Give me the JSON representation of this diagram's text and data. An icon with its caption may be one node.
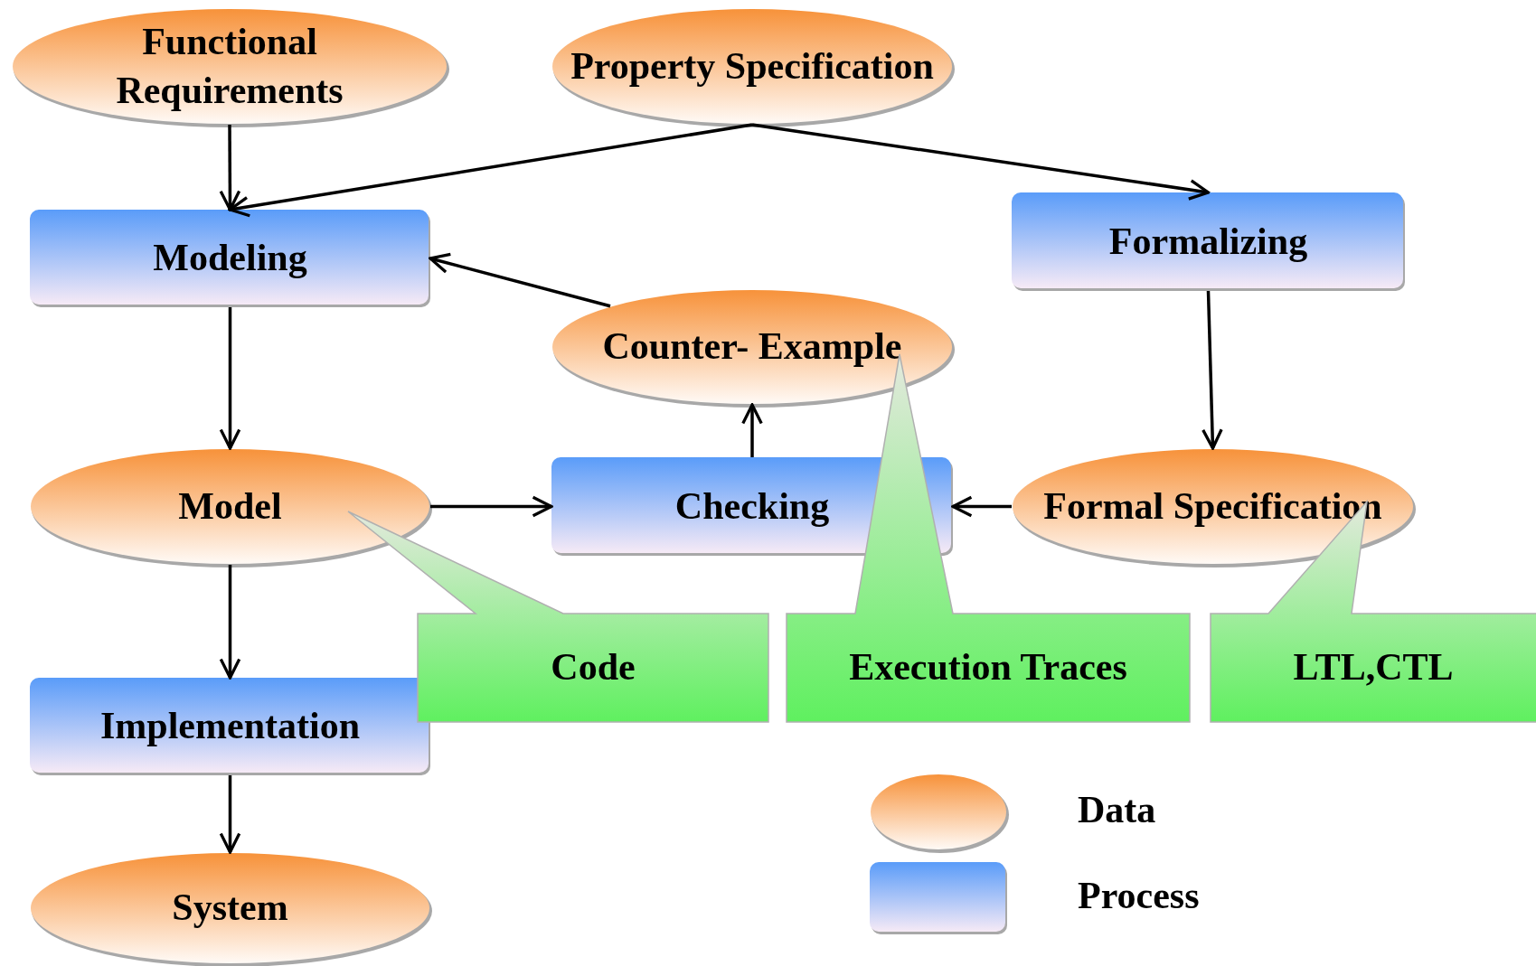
{
  "diagram": {
    "nodes": [
      {
        "text": [
          "Functional Requirements"
        ]
      },
      {
        "text": [
          "Property Specification"
        ]
      },
      {
        "text": [
          "Modeling"
        ]
      },
      {
        "text": [
          "Formalizing"
        ]
      },
      {
        "text": [
          "Counter- Example"
        ]
      },
      {
        "text": [
          "Model"
        ]
      },
      {
        "text": [
          "Checking"
        ]
      },
      {
        "text": [
          "Formal Specification"
        ]
      },
      {
        "text": [
          "Implementation"
        ]
      },
      {
        "text": [
          "System"
        ]
      },
      {
        "text": [
          "Code"
        ]
      },
      {
        "text": [
          "Execution Traces"
        ]
      },
      {
        "text": [
          "LTL,CTL"
        ]
      }
    ],
    "edges": [
      {
        "from": 0,
        "to": 2,
        "arrow": "to"
      },
      {
        "from": 1,
        "to": 2,
        "arrow": "to"
      },
      {
        "from": 1,
        "to": 3,
        "arrow": "to"
      },
      {
        "from": 4,
        "to": 2,
        "arrow": "to"
      },
      {
        "from": 2,
        "to": 5,
        "arrow": "to"
      },
      {
        "from": 3,
        "to": 7,
        "arrow": "to"
      },
      {
        "from": 5,
        "to": 6,
        "arrow": "to"
      },
      {
        "from": 7,
        "to": 6,
        "arrow": "to"
      },
      {
        "from": 6,
        "to": 4,
        "arrow": "to"
      },
      {
        "from": 5,
        "to": 8,
        "arrow": "to"
      },
      {
        "from": 8,
        "to": 9,
        "arrow": "to"
      }
    ],
    "legend": [
      {
        "text": "Data"
      },
      {
        "text": "Process"
      }
    ]
  }
}
